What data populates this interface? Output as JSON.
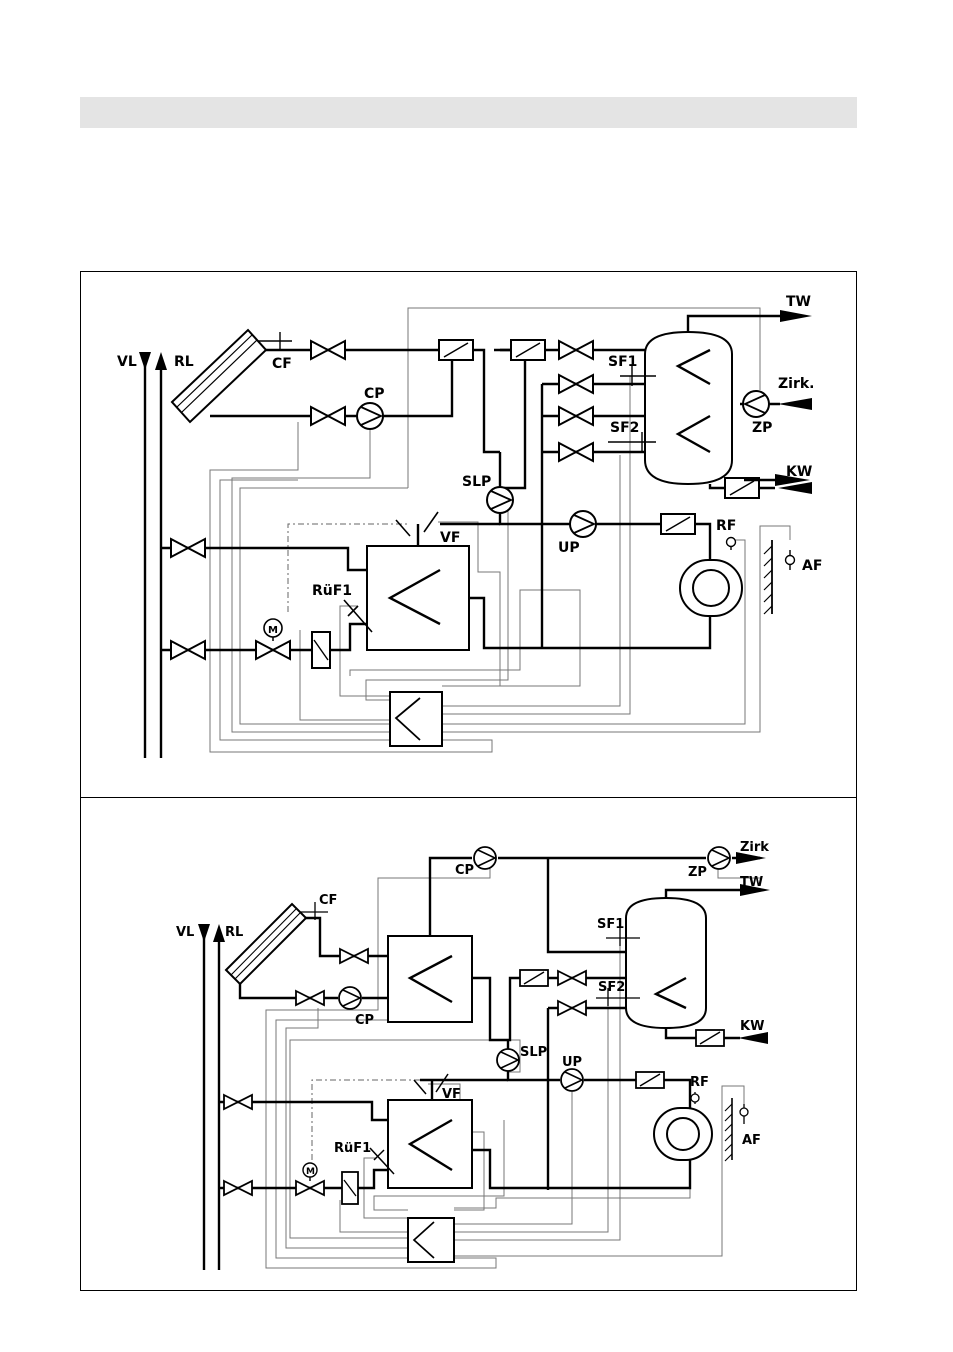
{
  "diagram_top": {
    "labels": {
      "vl": "VL",
      "rl": "RL",
      "cf": "CF",
      "cp": "CP",
      "tw": "TW",
      "sf1": "SF1",
      "zirk": "Zirk.",
      "sf2": "SF2",
      "zp": "ZP",
      "kw": "KW",
      "slp": "SLP",
      "vf": "VF",
      "up": "UP",
      "rf": "RF",
      "af": "AF",
      "ruf1": "RüF1",
      "motor": "M"
    }
  },
  "diagram_bottom": {
    "labels": {
      "vl": "VL",
      "rl": "RL",
      "cf": "CF",
      "cp_top": "CP",
      "cp_bottom": "CP",
      "zirk": "Zirk",
      "zp": "ZP",
      "tw": "TW",
      "sf1": "SF1",
      "sf2": "SF2",
      "kw": "KW",
      "slp": "SLP",
      "up": "UP",
      "rf": "RF",
      "vf": "VF",
      "af": "AF",
      "ruf1": "RüF1",
      "motor": "M"
    }
  }
}
